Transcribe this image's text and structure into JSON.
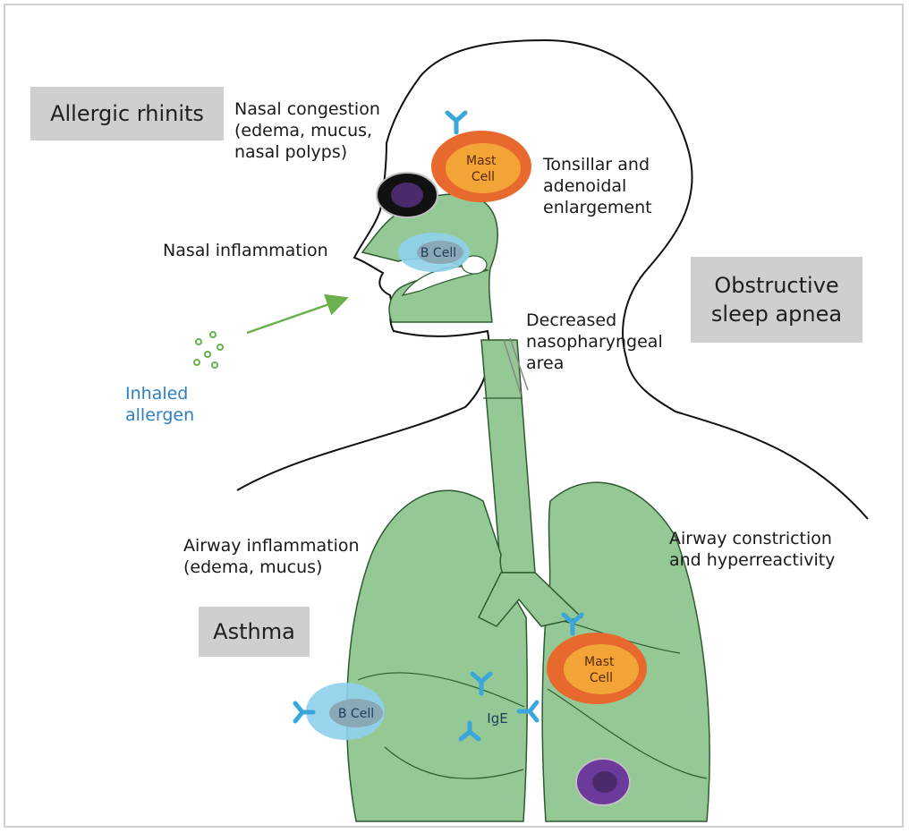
{
  "diagram": {
    "boxes": {
      "allergic_rhinitis": "Allergic rhinits",
      "obstructive_sleep_apnea": "Obstructive\nsleep apnea",
      "asthma": "Asthma"
    },
    "labels": {
      "nasal_congestion": "Nasal congestion\n(edema, mucus,\nnasal polyps)",
      "tonsillar": "Tonsillar and\nadenoidal\nenlargement",
      "nasal_inflammation": "Nasal inflammation",
      "decreased_nasopharyngeal": "Decreased\nnasopharyngeal\narea",
      "inhaled_allergen": "Inhaled\nallergen",
      "airway_inflammation": "Airway inflammation\n(edema, mucus)",
      "airway_constriction": "Airway constriction\nand hyperreactivity"
    },
    "cells": {
      "mast_top": "Mast\nCell",
      "mast_lung": "Mast\nCell",
      "b_cell_nose": "B Cell",
      "b_cell_lung": "B Cell",
      "ige": "IgE"
    },
    "colors": {
      "airway": "#94c995",
      "mast_outer": "#e8692d",
      "mast_inner": "#f3a437",
      "b_cell": "#8fd0ec",
      "eosinophil": "#6b3a9a",
      "antibody": "#3aa6dc",
      "allergen": "#6ab04c"
    }
  }
}
